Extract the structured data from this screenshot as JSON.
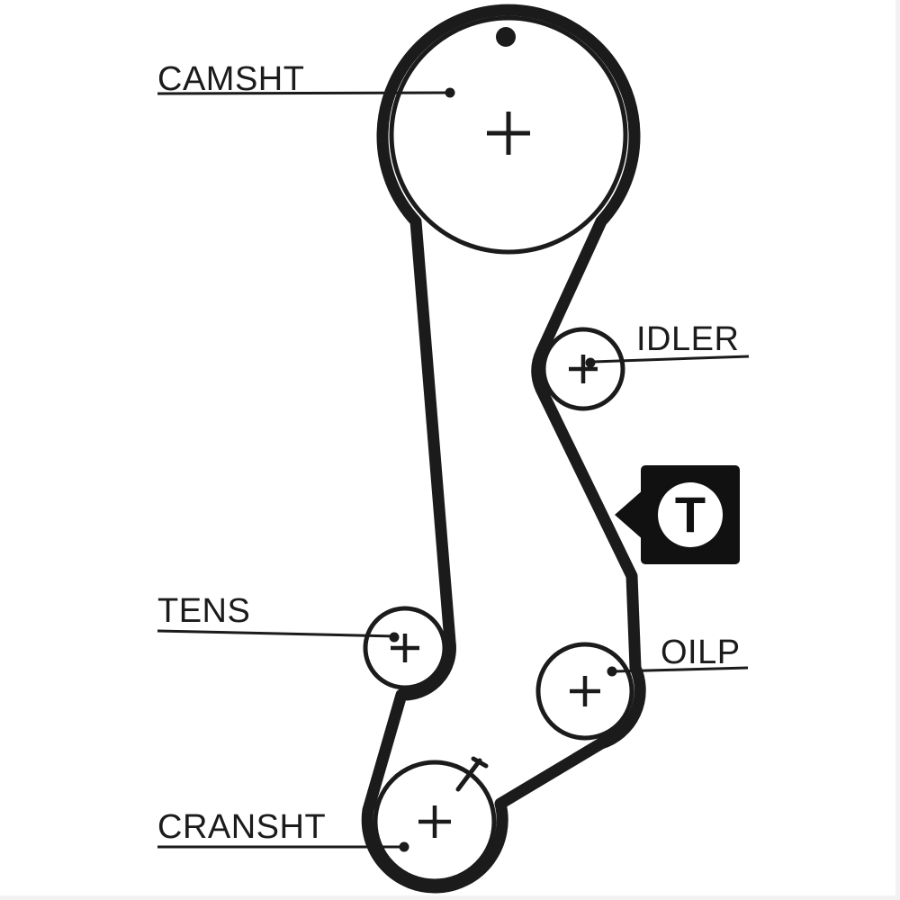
{
  "diagram": {
    "kind": "timing-belt-routing",
    "background": "#ffffff",
    "ink_color": "#1b1b1b",
    "labels": {
      "camshaft": "CAMSHT",
      "idler": "IDLER",
      "tensioner": "TENS",
      "oil_pump": "OILP",
      "crankshaft": "CRANSHT"
    },
    "marker": {
      "letter": "T",
      "background": "#111111",
      "foreground": "#ffffff"
    }
  }
}
